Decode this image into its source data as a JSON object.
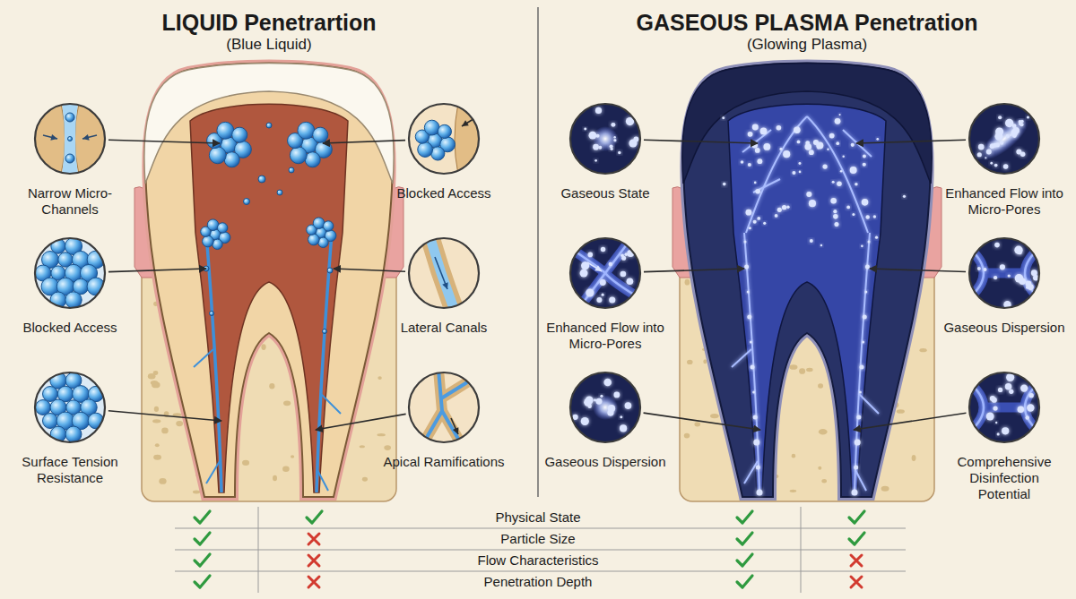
{
  "diagram": {
    "nodes": [
      {
        "text": [
          "Narrow Micro-Channels"
        ]
      },
      {
        "text": [
          "Blocked Access"
        ]
      },
      {
        "text": [
          "Surface Tension Resistance"
        ]
      },
      {
        "text": [
          "Blocked Access"
        ]
      },
      {
        "text": [
          "Lateral Canals"
        ]
      },
      {
        "text": [
          "Apical Ramifications"
        ]
      },
      {
        "text": [
          "Gaseous State"
        ]
      },
      {
        "text": [
          "Enhanced Flow into Micro-Pores"
        ]
      },
      {
        "text": [
          "Gaseous Dispersion"
        ]
      },
      {
        "text": [
          "Enhanced Flow into Micro-Pores"
        ]
      },
      {
        "text": [
          "Gaseous Dispersion"
        ]
      },
      {
        "text": [
          "Comprehensive Disinfection Potential"
        ]
      }
    ],
    "labels": [
      "LIQUID Penetrartion",
      "(Blue Liquid)",
      "GASEOUS PLASMA Penetration",
      "(Glowing Plasma)",
      "Physical State",
      "Particle Size",
      "Flow Characteristics",
      "Penetration Depth"
    ]
  }
}
